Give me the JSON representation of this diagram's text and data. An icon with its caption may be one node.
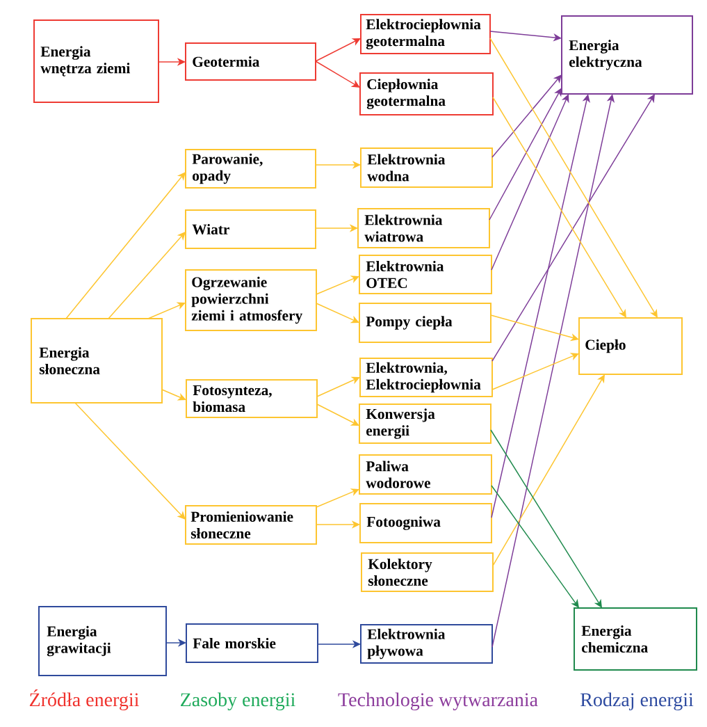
{
  "diagram": {
    "nodes": [
      {
        "text": [
          "Energia wnętrza ziemi"
        ]
      },
      {
        "text": [
          "Energia słoneczna"
        ]
      },
      {
        "text": [
          "Energia grawitacji"
        ]
      },
      {
        "text": [
          "Geotermia"
        ]
      },
      {
        "text": [
          "Parowanie, opady"
        ]
      },
      {
        "text": [
          "Wiatr"
        ]
      },
      {
        "text": [
          "Ogrzewanie powierzchni ziemi i atmosfery"
        ]
      },
      {
        "text": [
          "Fotosynteza, biomasa"
        ]
      },
      {
        "text": [
          "Promieniowanie słoneczne"
        ]
      },
      {
        "text": [
          "Fale morskie"
        ]
      },
      {
        "text": [
          "Elektrociepłownia geotermalna"
        ]
      },
      {
        "text": [
          "Ciepłownia geotermalna"
        ]
      },
      {
        "text": [
          "Elektrownia wodna"
        ]
      },
      {
        "text": [
          "Elektrownia wiatrowa"
        ]
      },
      {
        "text": [
          "Elektrownia OTEC"
        ]
      },
      {
        "text": [
          "Pompy ciepła"
        ]
      },
      {
        "text": [
          "Elektrownia, Elektrociepłownia"
        ]
      },
      {
        "text": [
          "Konwersja energii"
        ]
      },
      {
        "text": [
          "Paliwa wodorowe"
        ]
      },
      {
        "text": [
          "Fotoogniwa"
        ]
      },
      {
        "text": [
          "Kolektory słoneczne"
        ]
      },
      {
        "text": [
          "Elektrownia pływowa"
        ]
      },
      {
        "text": [
          "Energia elektryczna"
        ]
      },
      {
        "text": [
          "Ciepło"
        ]
      },
      {
        "text": [
          "Energia chemiczna"
        ]
      }
    ],
    "edges": [
      {
        "from": 0,
        "to": 3,
        "arrow": "to",
        "color": "#ee3b33"
      },
      {
        "from": 3,
        "to": 10,
        "arrow": "to",
        "color": "#ee3b33"
      },
      {
        "from": 3,
        "to": 11,
        "arrow": "to",
        "color": "#ee3b33"
      },
      {
        "from": 1,
        "to": 4,
        "arrow": "to"
      },
      {
        "from": 1,
        "to": 5,
        "arrow": "to"
      },
      {
        "from": 1,
        "to": 6,
        "arrow": "to"
      },
      {
        "from": 1,
        "to": 7,
        "arrow": "to"
      },
      {
        "from": 1,
        "to": 8,
        "arrow": "to"
      },
      {
        "from": 4,
        "to": 12,
        "arrow": "to"
      },
      {
        "from": 5,
        "to": 13,
        "arrow": "to"
      },
      {
        "from": 6,
        "to": 14,
        "arrow": "to"
      },
      {
        "from": 6,
        "to": 15,
        "arrow": "to"
      },
      {
        "from": 7,
        "to": 16,
        "arrow": "to"
      },
      {
        "from": 7,
        "to": 17,
        "arrow": "to"
      },
      {
        "from": 8,
        "to": 18,
        "arrow": "to"
      },
      {
        "from": 8,
        "to": 19,
        "arrow": "to"
      },
      {
        "from": 2,
        "to": 9,
        "arrow": "to",
        "color": "#2f4a9c"
      },
      {
        "from": 9,
        "to": 21,
        "arrow": "to",
        "color": "#2f4a9c"
      },
      {
        "from": 10,
        "to": 22,
        "arrow": "to",
        "color": "#7d3c98"
      },
      {
        "from": 12,
        "to": 22,
        "arrow": "to",
        "color": "#7d3c98"
      },
      {
        "from": 13,
        "to": 22,
        "arrow": "to",
        "color": "#7d3c98"
      },
      {
        "from": 14,
        "to": 22,
        "arrow": "to",
        "color": "#7d3c98"
      },
      {
        "from": 16,
        "to": 22,
        "arrow": "to",
        "color": "#7d3c98"
      },
      {
        "from": 19,
        "to": 22,
        "arrow": "to",
        "color": "#7d3c98"
      },
      {
        "from": 21,
        "to": 22,
        "arrow": "to",
        "color": "#7d3c98"
      },
      {
        "from": 10,
        "to": 23,
        "arrow": "to"
      },
      {
        "from": 11,
        "to": 23,
        "arrow": "to"
      },
      {
        "from": 15,
        "to": 23,
        "arrow": "to"
      },
      {
        "from": 16,
        "to": 23,
        "arrow": "to"
      },
      {
        "from": 20,
        "to": 23,
        "arrow": "to"
      },
      {
        "from": 17,
        "to": 24,
        "arrow": "to",
        "color": "#1f8a4d"
      },
      {
        "from": 18,
        "to": 24,
        "arrow": "to",
        "color": "#1f8a4d"
      }
    ],
    "labels": [
      "Źródła energii",
      "Zasoby energii",
      "Technologie wytwarzania",
      "Rodzaj energii"
    ]
  }
}
